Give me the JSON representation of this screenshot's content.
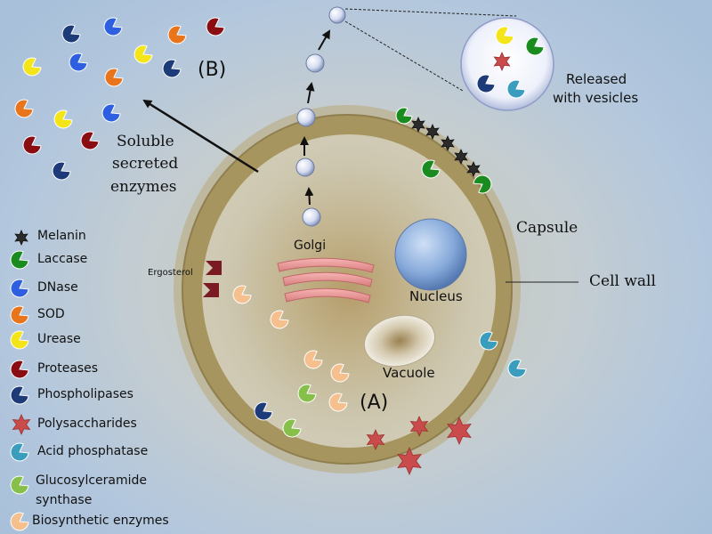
{
  "labels": {
    "b": "(B)",
    "a": "(A)",
    "soluble": [
      "Soluble",
      "secreted",
      "enzymes"
    ],
    "released": [
      "Released",
      "with vesicles"
    ],
    "golgi": "Golgi",
    "nucleus": "Nucleus",
    "vacuole": "Vacuole",
    "capsule": "Capsule",
    "cell_wall": "Cell wall",
    "ergosterol": "Ergosterol"
  },
  "legend": [
    {
      "label": "Melanin",
      "shape": "star6",
      "color": "#2b2b2b"
    },
    {
      "label": "Laccase",
      "shape": "pac",
      "color": "#1a8c1f"
    },
    {
      "label": "DNase",
      "shape": "pac",
      "color": "#2e5fe0"
    },
    {
      "label": "SOD",
      "shape": "pac",
      "color": "#e8751c"
    },
    {
      "label": "Urease",
      "shape": "pac",
      "color": "#f4e51b"
    },
    {
      "label": "Proteases",
      "shape": "pac",
      "color": "#8a0d14"
    },
    {
      "label": "Phospholipases",
      "shape": "pac",
      "color": "#1c3b78"
    },
    {
      "label": "Polysaccharides",
      "shape": "star6",
      "color": "#c94b4b"
    },
    {
      "label": "Acid phosphatase",
      "shape": "pac",
      "color": "#3a9dbd"
    },
    {
      "label": "Glucosylceramide synthase",
      "shape": "pac",
      "color": "#86c04a"
    },
    {
      "label": "Biosynthetic enzymes",
      "shape": "pac",
      "color": "#f6bf8e"
    }
  ]
}
